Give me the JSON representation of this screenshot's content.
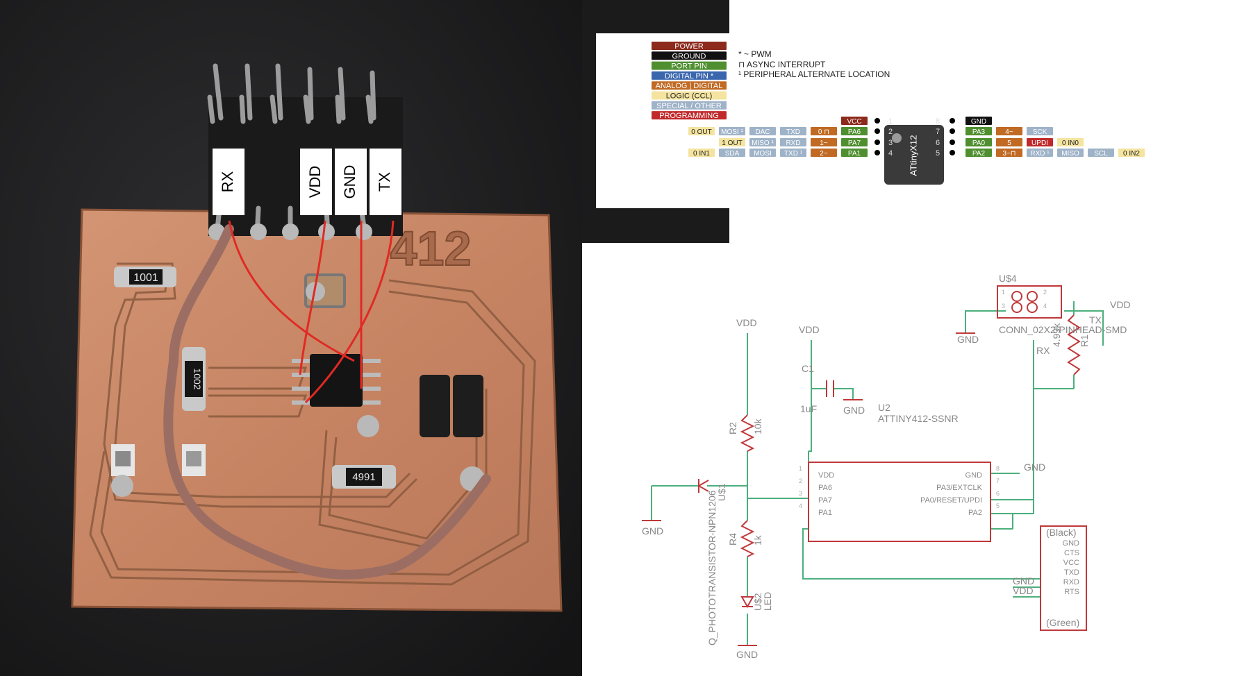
{
  "photo": {
    "labels": [
      "RX",
      "VDD",
      "GND",
      "TX"
    ],
    "board_text": "412",
    "resistor_codes": [
      "1001",
      "1002",
      "4991"
    ]
  },
  "pinout": {
    "legend": [
      {
        "text": "POWER",
        "color": "#8c2a1c"
      },
      {
        "text": "GROUND",
        "color": "#111111"
      },
      {
        "text": "PORT PIN",
        "color": "#4f8f30"
      },
      {
        "text": "DIGITAL PIN *",
        "color": "#3a66ad"
      },
      {
        "text": "ANALOG | DIGITAL",
        "color": "#c06a24"
      },
      {
        "text": "LOGIC (CCL)",
        "color": "#f4e4a0"
      },
      {
        "text": "SPECIAL / OTHER",
        "color": "#9fb3c8"
      },
      {
        "text": "PROGRAMMING",
        "color": "#c0292b"
      }
    ],
    "notes": [
      "* ~ PWM",
      "⊓ ASYNC INTERRUPT",
      "¹ PERIPHERAL ALTERNATE LOCATION"
    ],
    "chip_name": "ATtinyX12",
    "left_rows": [
      [
        {
          "t": "VCC",
          "k": "power"
        }
      ],
      [
        {
          "t": "0 OUT",
          "k": "logic"
        },
        {
          "t": "MOSI ¹",
          "k": "special"
        },
        {
          "t": "DAC",
          "k": "special"
        },
        {
          "t": "TXD",
          "k": "special"
        },
        {
          "t": "0 ⊓",
          "k": "analog"
        },
        {
          "t": "PA6",
          "k": "port"
        }
      ],
      [
        {
          "t": "1 OUT",
          "k": "logic"
        },
        {
          "t": "MISO ¹",
          "k": "special"
        },
        {
          "t": "RXD",
          "k": "special"
        },
        {
          "t": "1~",
          "k": "analog"
        },
        {
          "t": "PA7",
          "k": "port"
        }
      ],
      [
        {
          "t": "0 IN1",
          "k": "logic"
        },
        {
          "t": "SDA",
          "k": "special"
        },
        {
          "t": "MOSI",
          "k": "special"
        },
        {
          "t": "TXD ¹",
          "k": "special"
        },
        {
          "t": "2~",
          "k": "analog"
        },
        {
          "t": "PA1",
          "k": "port"
        }
      ]
    ],
    "right_rows": [
      [
        {
          "t": "GND",
          "k": "ground"
        }
      ],
      [
        {
          "t": "PA3",
          "k": "port"
        },
        {
          "t": "4~",
          "k": "analog"
        },
        {
          "t": "SCK",
          "k": "special"
        }
      ],
      [
        {
          "t": "PA0",
          "k": "port"
        },
        {
          "t": "5",
          "k": "analog"
        },
        {
          "t": "UPDI",
          "k": "prog"
        },
        {
          "t": "0 IN0",
          "k": "logic"
        }
      ],
      [
        {
          "t": "PA2",
          "k": "port"
        },
        {
          "t": "3~⊓",
          "k": "analog"
        },
        {
          "t": "RXD ¹",
          "k": "special"
        },
        {
          "t": "MISO",
          "k": "special"
        },
        {
          "t": "SCL",
          "k": "special"
        },
        {
          "t": "0 IN2",
          "k": "logic"
        }
      ]
    ],
    "left_pins": [
      "1",
      "2",
      "3",
      "4"
    ],
    "right_pins": [
      "8",
      "7",
      "6",
      "5"
    ]
  },
  "schematic": {
    "header": {
      "name": "U$4",
      "part": "CONN_02X2-PINHEAD-SMD",
      "pins": [
        "1",
        "2",
        "3",
        "4"
      ]
    },
    "r1": {
      "name": "R1",
      "value": "4.99k"
    },
    "r2": {
      "name": "R2",
      "value": "10k"
    },
    "r4": {
      "name": "R4",
      "value": "1k"
    },
    "c1": {
      "name": "C1",
      "value": "1uF"
    },
    "u2": {
      "name": "U2",
      "part": "ATTINY412-SSNR",
      "left": [
        "VDD",
        "PA6",
        "PA7",
        "PA1"
      ],
      "right": [
        "GND",
        "PA3/EXTCLK",
        "PA0/RESET/UPDI",
        "PA2"
      ],
      "left_nums": [
        "1",
        "2",
        "3",
        "4"
      ],
      "right_nums": [
        "8",
        "7",
        "6",
        "5"
      ]
    },
    "phototransistor": {
      "name": "U$1",
      "part": "Q_PHOTOTRANSISTOR-NPN1206"
    },
    "led": {
      "name": "U$2",
      "part": "LED"
    },
    "ftdi": {
      "top": "(Black)",
      "bottom": "(Green)",
      "pins": [
        "GND",
        "CTS",
        "VCC",
        "TXD",
        "RXD",
        "RTS"
      ]
    },
    "nets": {
      "vdd": "VDD",
      "gnd": "GND",
      "rx": "RX",
      "tx": "TX"
    }
  }
}
